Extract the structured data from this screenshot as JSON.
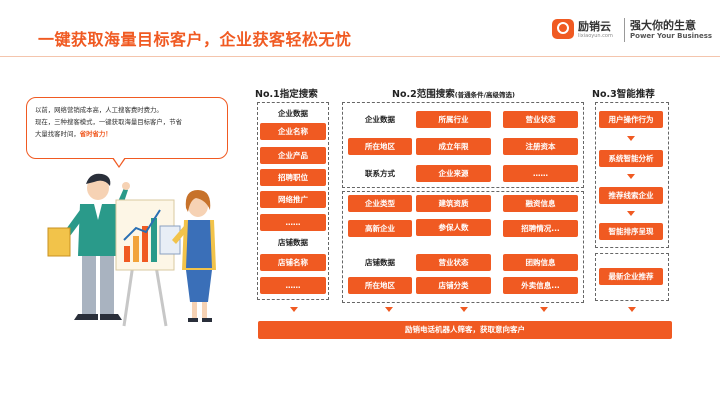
{
  "header": {
    "title": "一键获取海量目标客户，企业获客轻松无忧",
    "logo": {
      "name": "励销云",
      "url": "lixiaoyun.com",
      "slogan": "强大你的生意",
      "slogan_en": "Power Your Business"
    }
  },
  "bubble": {
    "line1": "以前，网络营销成本高，人工搜客费时费力。",
    "line2": "现在，三种搜客模式，一键获取海量目标客户，节省",
    "line3_plain": "大量找客时间，",
    "line3_highlight": "省时省力！"
  },
  "col1": {
    "title": "No.1指定搜索",
    "section1": "企业数据",
    "items1": [
      "企业名称",
      "企业产品",
      "招聘职位",
      "网络推广",
      "……"
    ],
    "section2": "店铺数据",
    "items2": [
      "店铺名称",
      "……"
    ]
  },
  "col2": {
    "title": "No.2范围搜索",
    "title_note": "(普通条件/高级筛选)",
    "upper": {
      "section": "企业数据",
      "row1": [
        "所属行业",
        "营业状态"
      ],
      "row2": [
        "所在地区",
        "成立年限",
        "注册资本"
      ],
      "row3_label": "联系方式",
      "row3": [
        "企业来源",
        "……"
      ]
    },
    "lower": {
      "row1": [
        "企业类型",
        "建筑资质",
        "融资信息"
      ],
      "row2": [
        "高新企业",
        "参保人数",
        "招聘情况..."
      ],
      "section": "店铺数据",
      "row3": [
        "营业状态",
        "团购信息"
      ],
      "row4": [
        "所在地区",
        "店铺分类",
        "外卖信息..."
      ]
    }
  },
  "col3": {
    "title": "No.3智能推荐",
    "flow": [
      "用户操作行为",
      "系统智能分析",
      "推荐线索企业",
      "智能排序呈现"
    ],
    "latest": "最新企业推荐"
  },
  "footer_bar": "励销电话机器人筛客，获取意向客户",
  "colors": {
    "accent": "#f05a22"
  }
}
